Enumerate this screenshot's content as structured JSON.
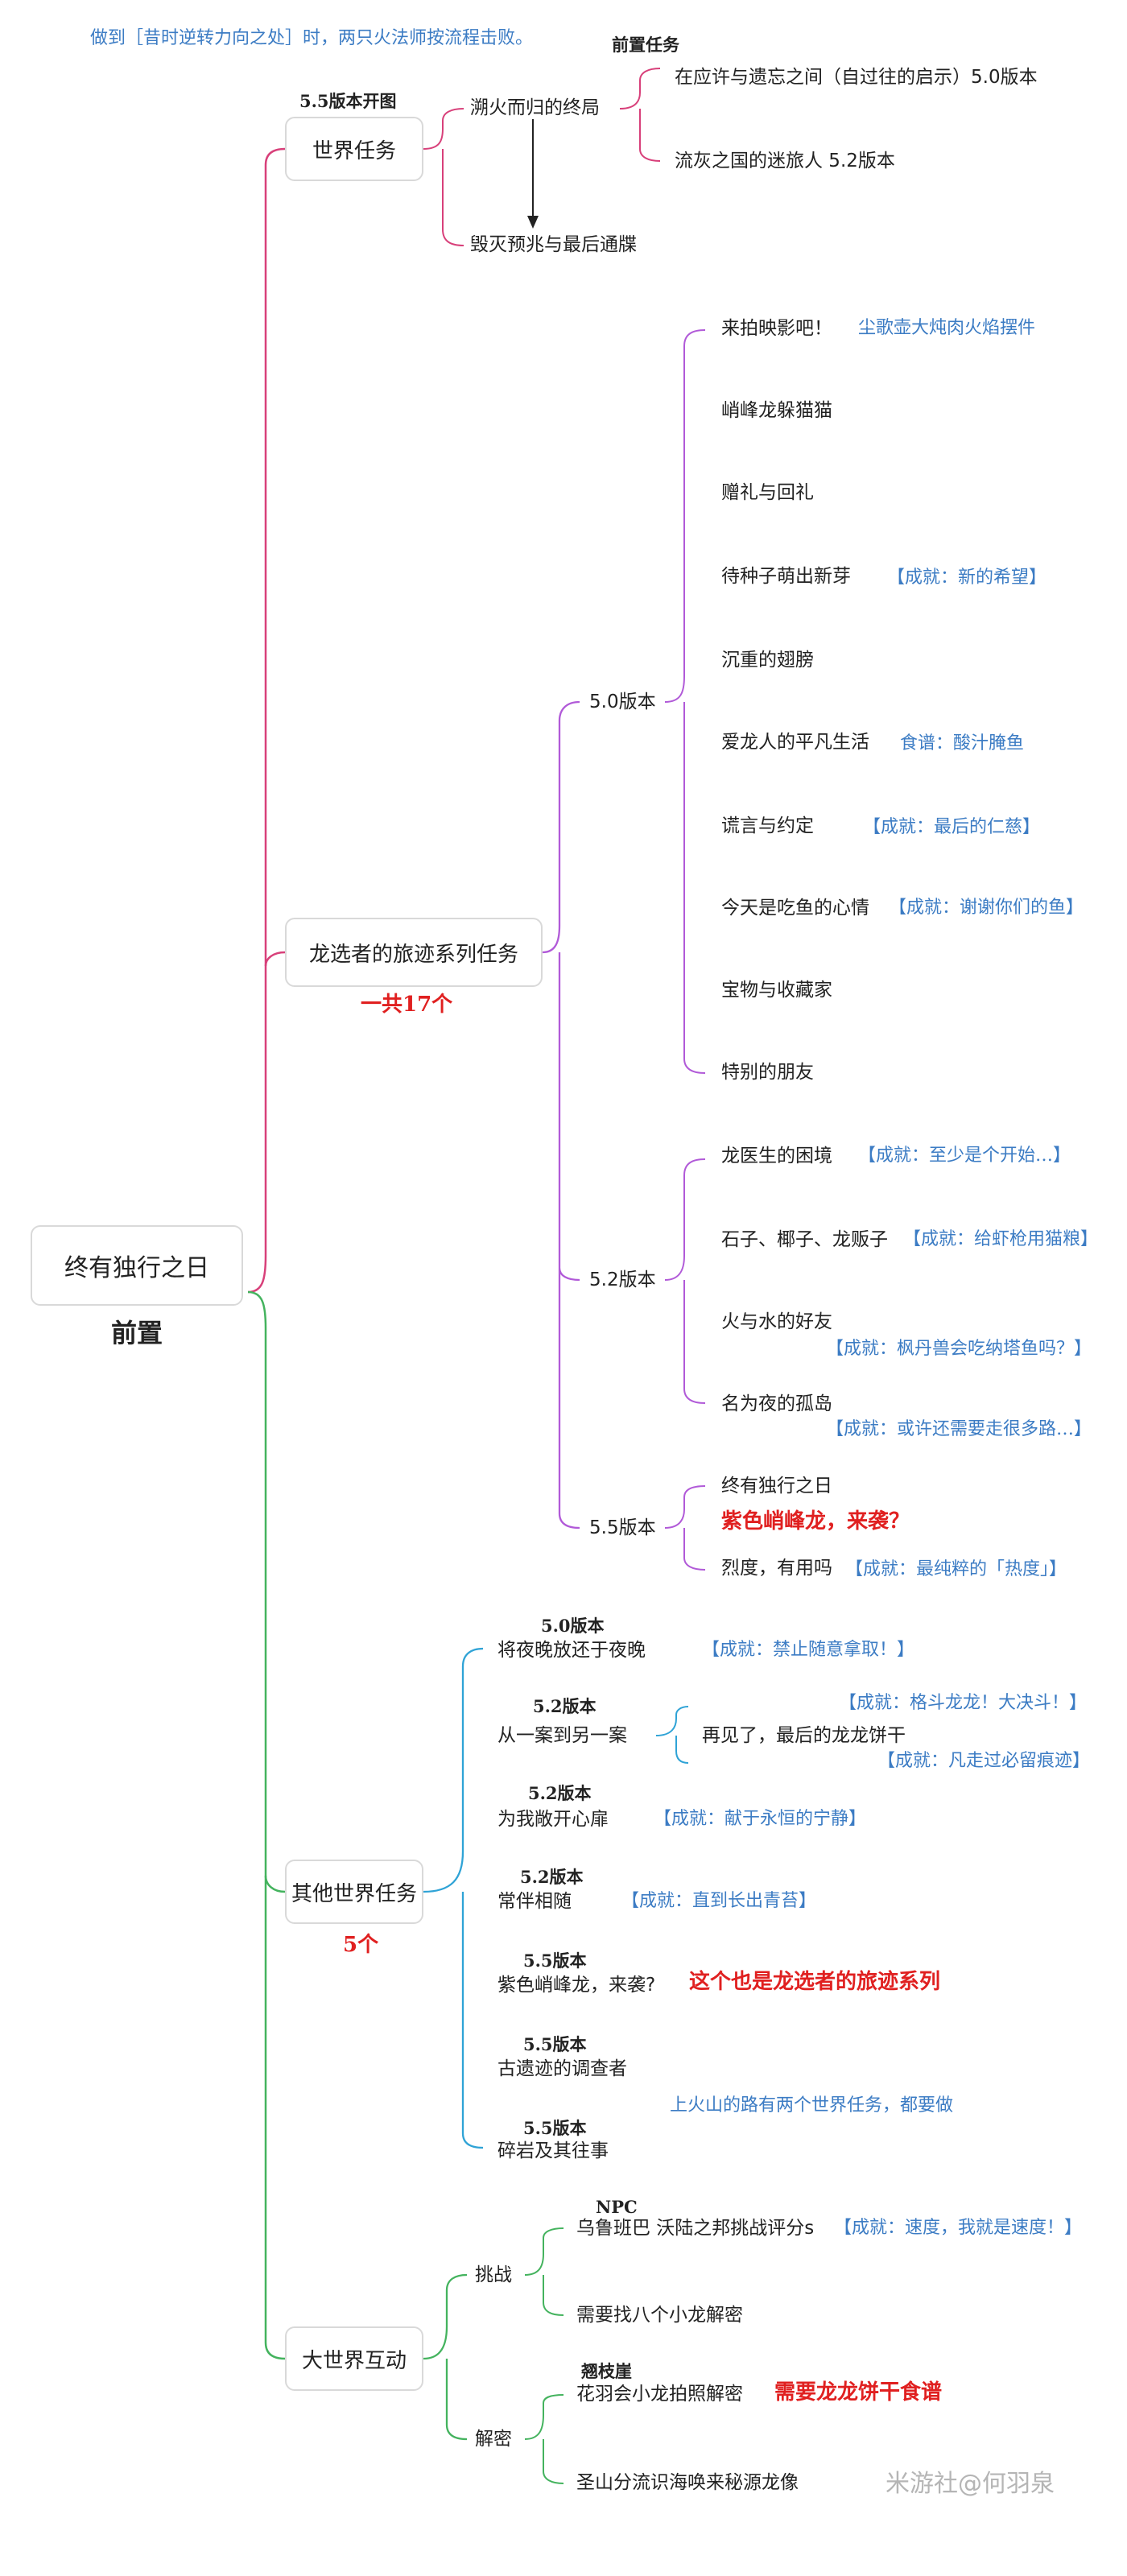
{
  "note": "做到［昔时逆转力向之处］时，两只火法师按流程击败。",
  "root": {
    "label": "终有独行之日",
    "sub": "前置"
  },
  "world_quest": {
    "label": "世界任务",
    "map_label": "5.5版本开图",
    "prereq_label": "前置任务",
    "items": [
      "溯火而归的终局",
      "毁灭预兆与最后通牒"
    ],
    "prereqs": [
      "在应许与遗忘之间（自过往的启示）5.0版本",
      "流灰之国的迷旅人 5.2版本"
    ]
  },
  "journey": {
    "label": "龙选者的旅迹系列任务",
    "count": "一共17个",
    "v50": {
      "label": "5.0版本",
      "items": [
        {
          "name": "来拍映影吧！",
          "note": "尘歌壶大炖肉火焰摆件"
        },
        {
          "name": "峭峰龙躲猫猫",
          "note": ""
        },
        {
          "name": "赠礼与回礼",
          "note": ""
        },
        {
          "name": "待种子萌出新芽",
          "note": "【成就：新的希望】"
        },
        {
          "name": "沉重的翅膀",
          "note": ""
        },
        {
          "name": "爱龙人的平凡生活",
          "note": "食谱：酸汁腌鱼"
        },
        {
          "name": "谎言与约定",
          "note": "【成就：最后的仁慈】"
        },
        {
          "name": "今天是吃鱼的心情",
          "note": "【成就：谢谢你们的鱼】"
        },
        {
          "name": "宝物与收藏家",
          "note": ""
        },
        {
          "name": "特别的朋友",
          "note": ""
        }
      ]
    },
    "v52": {
      "label": "5.2版本",
      "items": [
        {
          "name": "龙医生的困境",
          "note": "【成就：至少是个开始…】"
        },
        {
          "name": "石子、椰子、龙贩子",
          "note": "【成就：给虾枪用猫粮】"
        },
        {
          "name": "火与水的好友",
          "note": "【成就：枫丹兽会吃纳塔鱼吗？】"
        },
        {
          "name": "名为夜的孤岛",
          "note": "【成就：或许还需要走很多路…】"
        }
      ]
    },
    "v55": {
      "label": "5.5版本",
      "items": [
        {
          "name": "终有独行之日",
          "note": ""
        },
        {
          "name": "烈度，有用吗",
          "note": "【成就：最纯粹的「热度」】"
        }
      ],
      "callout": "紫色峭峰龙，来袭？"
    }
  },
  "other": {
    "label": "其他世界任务",
    "count": "5个",
    "items": [
      {
        "ver": "5.0版本",
        "name": "将夜晚放还于夜晚",
        "note": "【成就：禁止随意拿取！】"
      },
      {
        "ver": "5.2版本",
        "name": "从一案到另一案",
        "sub": "再见了，最后的龙龙饼干",
        "note1": "【成就：格斗龙龙！大决斗！】",
        "note2": "【成就：凡走过必留痕迹】"
      },
      {
        "ver": "5.2版本",
        "name": "为我敞开心扉",
        "note": "【成就：献于永恒的宁静】"
      },
      {
        "ver": "5.2版本",
        "name": "常伴相随",
        "note": "【成就：直到长出青苔】"
      },
      {
        "ver": "5.5版本",
        "name": "紫色峭峰龙，来袭?",
        "note": "这个也是龙选者的旅迹系列"
      },
      {
        "ver": "5.5版本",
        "name": "古遗迹的调查者",
        "note": ""
      },
      {
        "ver": "5.5版本",
        "name": "碎岩及其往事",
        "note": ""
      }
    ],
    "volcano_note": "上火山的路有两个世界任务，都要做"
  },
  "interact": {
    "label": "大世界互动",
    "challenge": {
      "label": "挑战",
      "items": [
        {
          "tag": "NPC",
          "name": "乌鲁班巴 沃陆之邦挑战评分s",
          "note": "【成就：速度，我就是速度！】"
        },
        {
          "tag": "",
          "name": "需要找八个小龙解密",
          "note": ""
        }
      ]
    },
    "puzzle": {
      "label": "解密",
      "items": [
        {
          "tag": "翘枝崖",
          "name": "花羽会小龙拍照解密",
          "note": "需要龙龙饼干食谱"
        },
        {
          "tag": "",
          "name": "圣山分流识海唤来秘源龙像",
          "note": ""
        }
      ]
    }
  },
  "watermark": "米游社@何羽泉",
  "colors": {
    "red_branch": "#d8407a",
    "green_branch": "#44b35e",
    "purple_branch": "#b15ad8",
    "blue_branch": "#2fa3d6",
    "achievement": "#3c7cc4",
    "highlight": "#e02020"
  }
}
